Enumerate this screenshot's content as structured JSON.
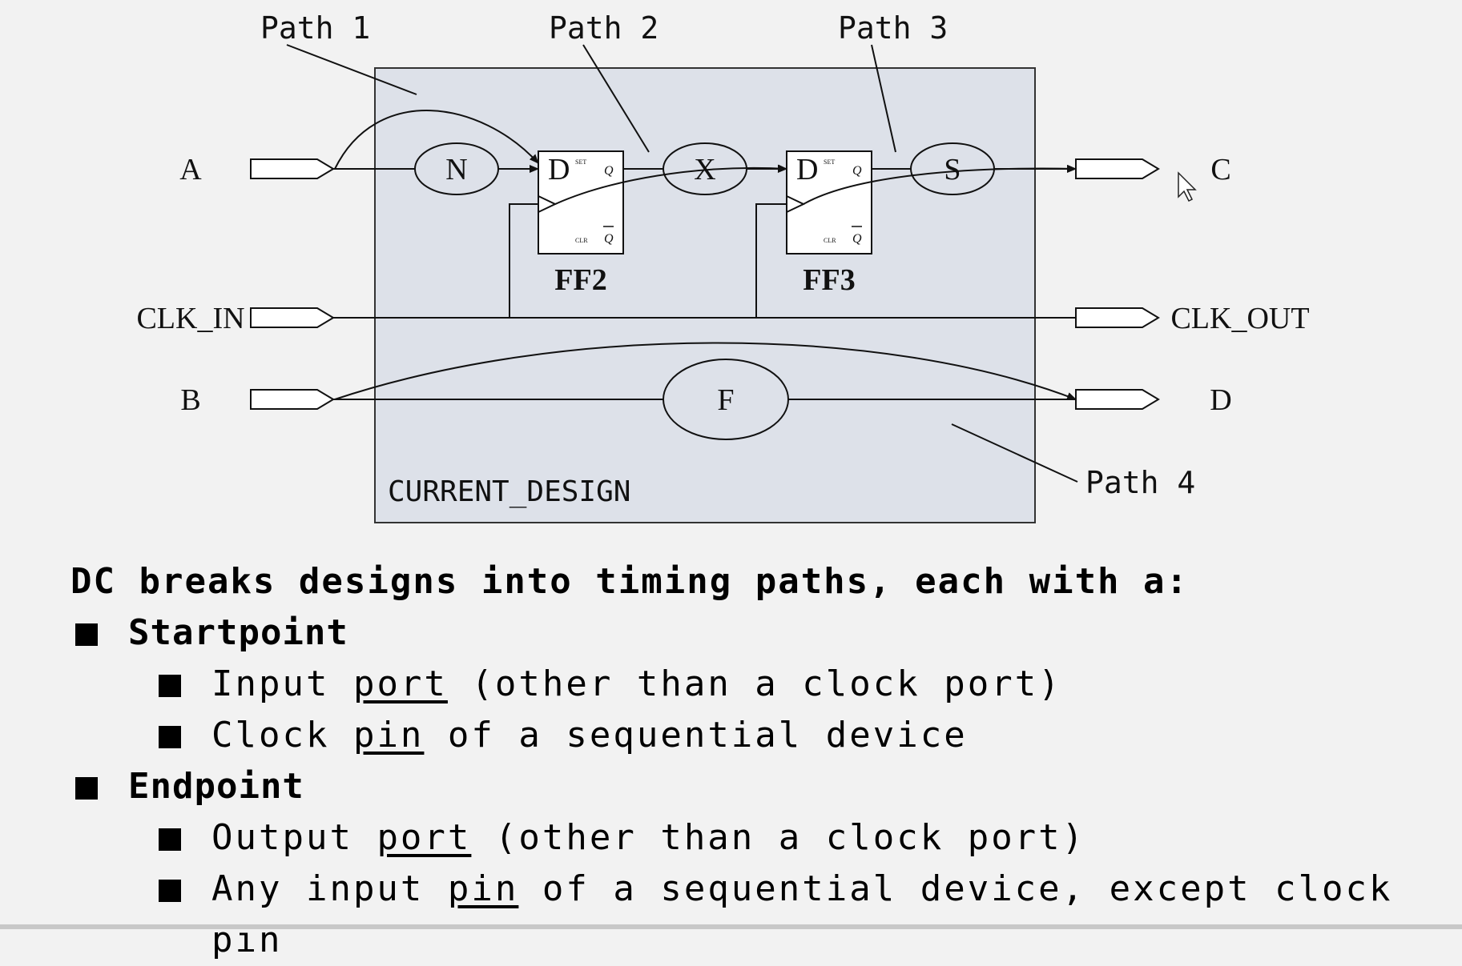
{
  "diagram": {
    "design_label": "CURRENT_DESIGN",
    "ports_in": {
      "a": "A",
      "clk_in": "CLK_IN",
      "b": "B"
    },
    "ports_out": {
      "c": "C",
      "clk_out": "CLK_OUT",
      "d": "D"
    },
    "logic": {
      "n": "N",
      "x": "X",
      "s": "S",
      "f": "F"
    },
    "flipflops": {
      "ff2": {
        "name": "FF2",
        "d": "D",
        "q": "Q",
        "set": "SET",
        "clr": "CLR",
        "qbar": "Q"
      },
      "ff3": {
        "name": "FF3",
        "d": "D",
        "q": "Q",
        "set": "SET",
        "clr": "CLR",
        "qbar": "Q"
      }
    },
    "paths": {
      "p1": "Path 1",
      "p2": "Path 2",
      "p3": "Path 3",
      "p4": "Path 4"
    },
    "colors": {
      "design_fill": "#dde1e9",
      "background": "#f2f2f2"
    }
  },
  "text": {
    "heading": "DC breaks designs into timing paths, each with a:",
    "startpoint": "Startpoint",
    "s1_a": "Input ",
    "s1_u": "port",
    "s1_b": " (other than a clock port)",
    "s2_a": "Clock ",
    "s2_u": "pin",
    "s2_b": " of a sequential device",
    "endpoint": "Endpoint",
    "e1_a": "Output ",
    "e1_u": "port",
    "e1_b": " (other than a clock port)",
    "e2_a": "Any input ",
    "e2_u": "pin",
    "e2_b": " of a sequential device, except clock pin"
  }
}
